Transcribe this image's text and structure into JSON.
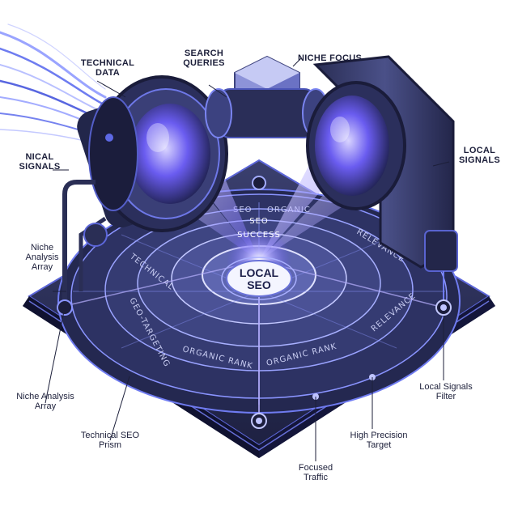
{
  "callouts": {
    "technical_data": "TECHNICAL\nDATA",
    "search_queries": "SEARCH\nQUERIES",
    "niche_focus": "NICHE FOCUS",
    "technical_signals": "NICAL\nSIGNALS",
    "local_signals": "LOCAL\nSIGNALS",
    "niche_analysis_array_upper": "Niche\nAnalysis\nArray",
    "niche_analysis_array_lower": "Niche Analysis\nArray",
    "technical_seo_prism": "Technical SEO\nPrism",
    "focused_traffic": "Focused\nTraffic",
    "high_precision_target": "High Precision\nTarget",
    "local_signals_filter": "Local Signals\nFilter"
  },
  "center": {
    "title_line1": "LOCAL",
    "title_line2": "SEO",
    "top_label": "SEO",
    "sub_label": "SUCCESS"
  },
  "ring": {
    "organic_top": "ORGANIC",
    "relevance_upper": "RELEVANCE",
    "relevance_lower": "RELEVANCE",
    "technical": "TECHNICAL",
    "geo_targeting": "GEO-TARGETING",
    "organic_rank_left": "ORGANIC RANK",
    "organic_rank_right": "ORGANIC RANK",
    "seo_top": "SEO"
  },
  "colors": {
    "beam": "#7b6cff",
    "platform_dark": "#2b2f55",
    "accent_blue": "#4f5bd5",
    "glow": "#a9a4ff"
  }
}
